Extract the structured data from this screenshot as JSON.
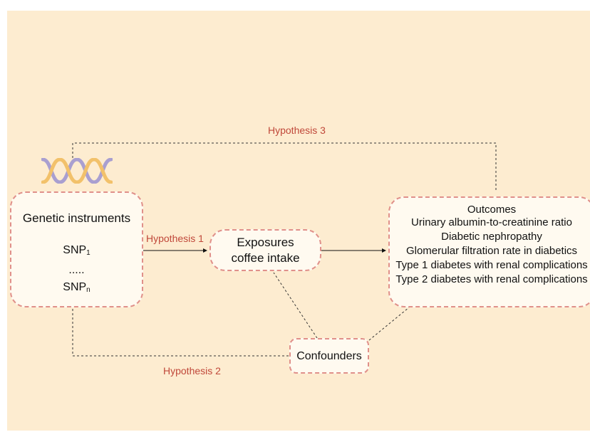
{
  "colors": {
    "background": "#fdecd0",
    "box_fill": "#fffaf0",
    "box_border": "#e0908a",
    "hypothesis_text": "#c0483a",
    "dna_purple": "#a99fd0",
    "dna_gold": "#f2c16a"
  },
  "hypotheses": {
    "h1": "Hypothesis 1",
    "h2": "Hypothesis 2",
    "h3": "Hypothesis 3"
  },
  "genetic_instruments": {
    "title": "Genetic instruments",
    "snp_first": "SNP",
    "snp_first_sub": "1",
    "dots": ".....",
    "snp_last": "SNP",
    "snp_last_sub": "n",
    "icon": "dna-helix-icon"
  },
  "exposures": {
    "title": "Exposures",
    "subtitle": "coffee intake"
  },
  "outcomes": {
    "title": "Outcomes",
    "items": [
      "Urinary albumin-to-creatinine ratio",
      "Diabetic nephropathy",
      "Glomerular filtration rate in diabetics",
      "Type 1 diabetes with renal complications",
      "Type 2 diabetes with renal complications"
    ]
  },
  "confounders": {
    "label": "Confounders"
  }
}
